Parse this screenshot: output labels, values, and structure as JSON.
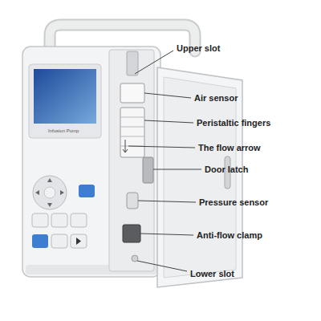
{
  "diagram": {
    "labels": [
      "Upper slot",
      "Air sensor",
      "Peristaltic fingers",
      "The flow arrow",
      "Door latch",
      "Pressure sensor",
      "Anti-flow clamp",
      "Lower slot",
      "Infusion Pump"
    ]
  }
}
